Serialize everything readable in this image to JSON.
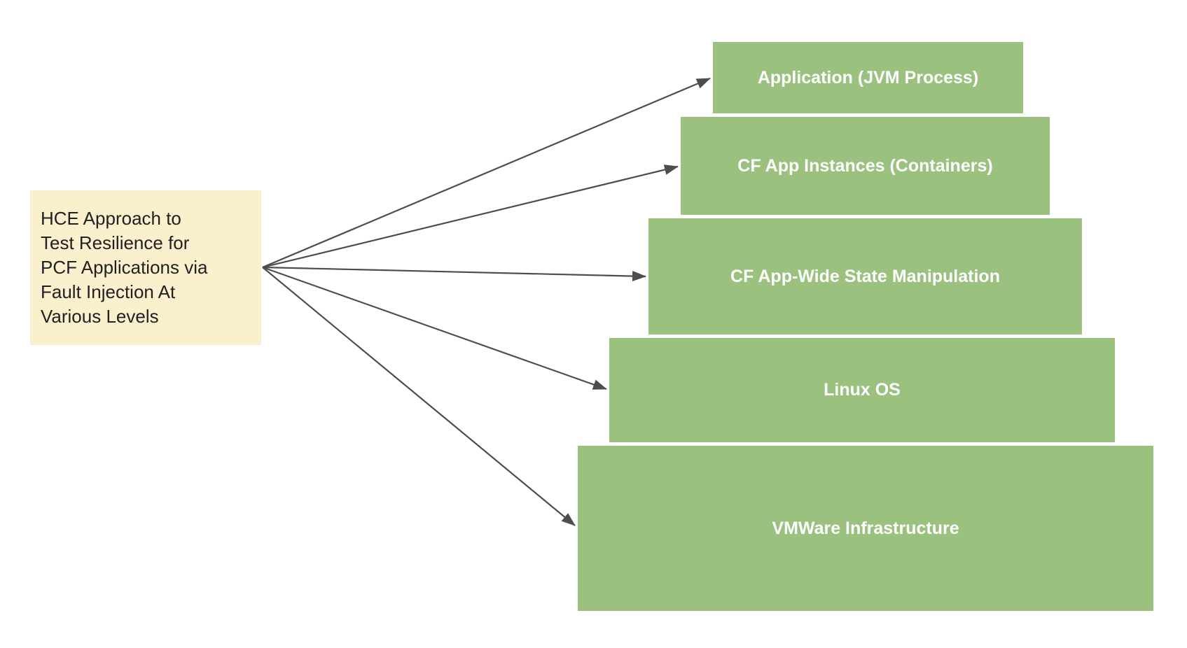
{
  "source": {
    "lines": [
      "HCE Approach to",
      "Test Resilience for",
      "PCF Applications via",
      "Fault Injection At",
      "Various Levels"
    ],
    "full_text": "HCE Approach to Test Resilience for PCF Applications via Fault Injection At Various Levels"
  },
  "levels": [
    {
      "label": "Application (JVM Process)"
    },
    {
      "label": "CF App Instances (Containers)"
    },
    {
      "label": "CF App-Wide State Manipulation"
    },
    {
      "label": "Linux OS"
    },
    {
      "label": "VMWare Infrastructure"
    }
  ],
  "colors": {
    "background": "#ffffff",
    "source_box": "#faf0ce",
    "source_text": "#212121",
    "level_box": "#9bc17e",
    "level_text": "#ffffff",
    "arrow": "#4d4d4d"
  }
}
